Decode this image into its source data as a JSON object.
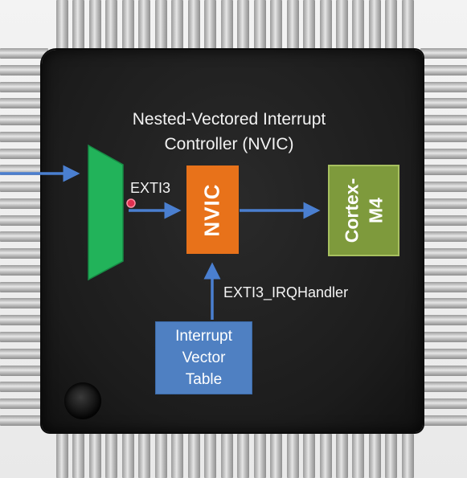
{
  "title": {
    "line1": "Nested-Vectored Interrupt",
    "line2": "Controller (NVIC)"
  },
  "labels": {
    "exti_line": "EXTI3",
    "handler": "EXTI3_IRQHandler"
  },
  "blocks": {
    "nvic": "NVIC",
    "cortex_line1": "Cortex-",
    "cortex_line2": "M4",
    "ivt_line1": "Interrupt",
    "ivt_line2": "Vector",
    "ivt_line3": "Table"
  },
  "colors": {
    "arrow": "#4a7fd0",
    "mux": "#22b35a",
    "nvic": "#e8721a",
    "cortex": "#7e9a3c",
    "ivt": "#4f80c2",
    "chip": "#1c1c1c"
  }
}
